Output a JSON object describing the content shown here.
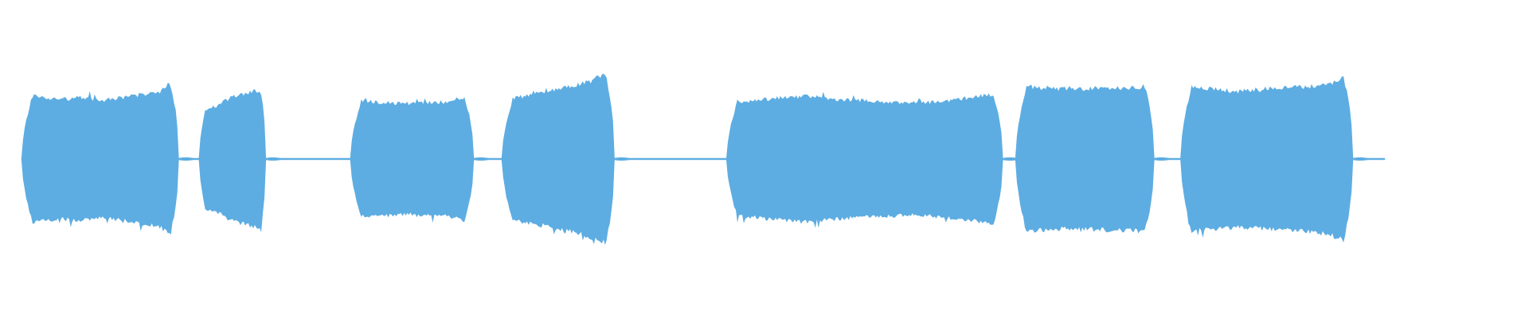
{
  "waveform": {
    "color": "#5dade2",
    "background": "#ffffff",
    "silence_level": 0.01,
    "segments": [
      {
        "start": 0.014,
        "end": 0.117,
        "peaks": [
          0.88,
          0.85,
          0.82,
          0.84,
          0.8,
          0.84,
          0.88,
          0.92,
          1.15
        ]
      },
      {
        "start": 0.13,
        "end": 0.174,
        "peaks": [
          0.66,
          0.72,
          0.85,
          0.91,
          0.96
        ]
      },
      {
        "start": 0.229,
        "end": 0.31,
        "peaks": [
          0.8,
          0.78,
          0.76,
          0.78,
          0.87
        ]
      },
      {
        "start": 0.328,
        "end": 0.402,
        "peaks": [
          0.8,
          0.88,
          0.95,
          1.05,
          1.2
        ]
      },
      {
        "start": 0.475,
        "end": 0.656,
        "peaks": [
          0.78,
          0.8,
          0.84,
          0.86,
          0.82,
          0.8,
          0.78,
          0.77,
          0.8,
          0.85,
          0.9
        ]
      },
      {
        "start": 0.664,
        "end": 0.755,
        "peaks": [
          1.0,
          0.98,
          0.95,
          0.97,
          0.98,
          1.0
        ]
      },
      {
        "start": 0.772,
        "end": 0.885,
        "peaks": [
          1.0,
          0.96,
          0.93,
          0.96,
          0.98,
          1.02,
          1.15
        ]
      }
    ]
  }
}
